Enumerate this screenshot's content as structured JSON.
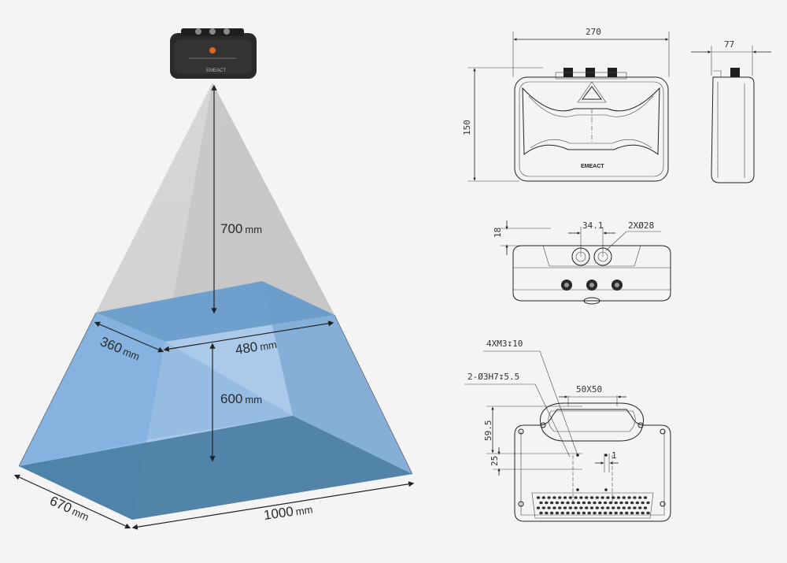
{
  "left_figure": {
    "camera_logo": "EMEACT",
    "height_camera_to_near": {
      "value": "700",
      "unit": "mm"
    },
    "near_width": {
      "value": "480",
      "unit": "mm"
    },
    "near_depth": {
      "value": "360",
      "unit": "mm"
    },
    "near_to_far": {
      "value": "600",
      "unit": "mm"
    },
    "far_width": {
      "value": "1000",
      "unit": "mm"
    },
    "far_depth": {
      "value": "670",
      "unit": "mm"
    }
  },
  "drawing_front": {
    "width": "270",
    "height": "150",
    "logo": "EMEACT"
  },
  "drawing_side": {
    "depth": "77"
  },
  "drawing_top": {
    "dim_18": "18",
    "dim_34": "34.1",
    "holes": "2XØ28"
  },
  "drawing_back": {
    "thread": "4XM3↧10",
    "pin": "2-Ø3H7↧5.5",
    "square": "50X50",
    "dim_595": "59.5",
    "dim_25": "25",
    "dim_1": "1"
  },
  "colors": {
    "blue_top": "#6f9fcd",
    "blue_side": "#8bb8e3",
    "blue_dark": "#4d7fa7",
    "cone": "#d6d6d6",
    "camera": "#2a2a2a"
  }
}
